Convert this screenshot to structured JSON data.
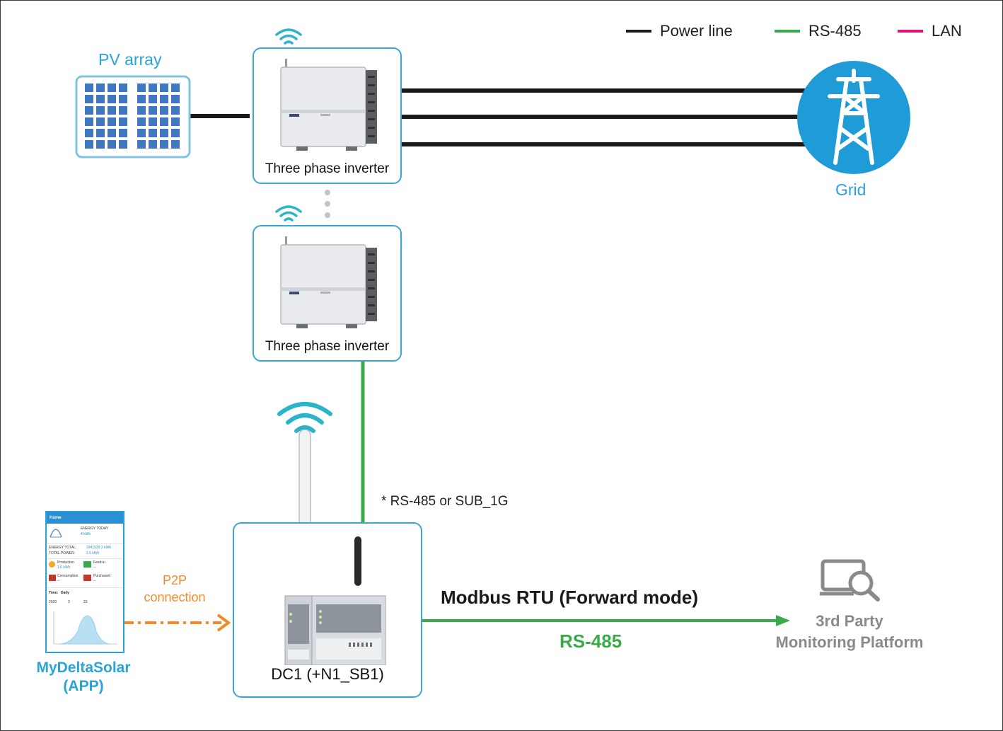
{
  "legend": {
    "power_line": "Power line",
    "rs485": "RS-485",
    "lan": "LAN"
  },
  "colors": {
    "power_line": "#1a1a1a",
    "rs485": "#3aaa4a",
    "lan": "#e0147c",
    "accent_blue": "#29a3d8",
    "p2p_orange": "#f08a2a",
    "platform_gray": "#8a8a8a"
  },
  "pv_array": {
    "label": "PV array",
    "icon": "solar-panel-icon"
  },
  "inverters": [
    {
      "label": "Three phase inverter",
      "icon": "inverter-icon"
    },
    {
      "label": "Three phase inverter",
      "icon": "inverter-icon"
    }
  ],
  "grid": {
    "label": "Grid",
    "icon": "transmission-tower-icon"
  },
  "link_note": "* RS-485 or SUB_1G",
  "datalogger": {
    "label": "DC1 (+N1_SB1)",
    "icon": "datalogger-icon"
  },
  "app": {
    "label_line1": "MyDeltaSolar",
    "label_line2": "(APP)",
    "screen": {
      "header": "Home",
      "energy_today_label": "ENERGY TODAY",
      "energy_today_value": "4 kWh",
      "energy_total_label": "ENERGY TOTAL:",
      "energy_total_value": "2041529.2 kWh",
      "total_power_label": "TOTAL POWER:",
      "total_power_value": "1.6 kWh",
      "production_label": "Production",
      "production_value": "1.6 kWh",
      "feedin_label": "Feed-in",
      "feedin_value": "--",
      "consumption_label": "Consumption",
      "consumption_value": "--",
      "purchased_label": "Purchased",
      "purchased_value": "--",
      "time_label": "Time:",
      "time_value": "Daily",
      "date_year": "2020",
      "date_month": "3",
      "date_day": "23"
    }
  },
  "p2p": {
    "line1": "P2P",
    "line2": "connection"
  },
  "modbus_title": "Modbus RTU (Forward mode)",
  "modbus_medium": "RS-485",
  "platform": {
    "line1": "3rd Party",
    "line2": "Monitoring Platform",
    "icon": "monitor-search-icon"
  }
}
